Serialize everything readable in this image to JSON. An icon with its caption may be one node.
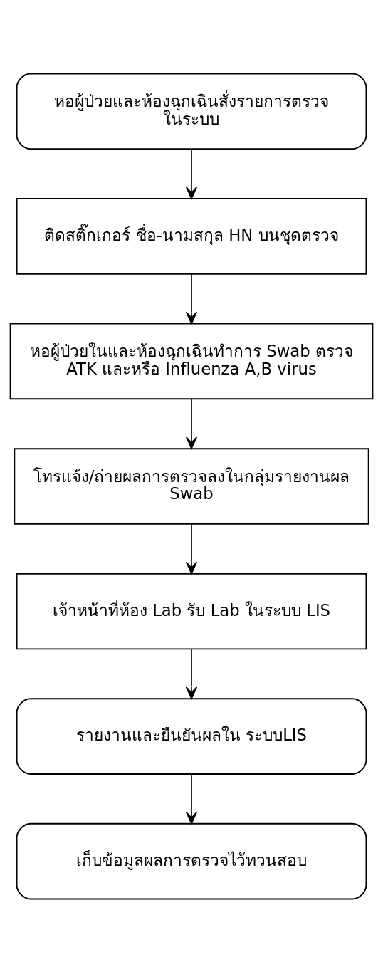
{
  "diagram": {
    "nodes": [
      {
        "text": [
          "หอผู้ป่วยและห้องฉุกเฉินสั่งรายการตรวจ ในระบบ"
        ]
      },
      {
        "text": [
          "ติดสติ๊กเกอร์ ชื่อ-นามสกุล HN บนชุดตรวจ"
        ]
      },
      {
        "text": [
          "หอผู้ป่วยในและห้องฉุกเฉินทำการ Swab ตรวจ ATK และหรือ Influenza A,B virus"
        ]
      },
      {
        "text": [
          "โทรแจ้ง/ถ่ายผลการตรวจลงในกลุ่มรายงานผล Swab"
        ]
      },
      {
        "text": [
          "เจ้าหน้าที่ห้อง Lab รับ Lab ในระบบ LIS"
        ]
      },
      {
        "text": [
          "รายงานและยืนยันผลใน ระบบLIS"
        ]
      },
      {
        "text": [
          "เก็บข้อมูลผลการตรวจไว้ทวนสอบ"
        ]
      }
    ],
    "edges": [
      {
        "from": 0,
        "to": 1,
        "arrow": "to"
      },
      {
        "from": 1,
        "to": 2,
        "arrow": "to"
      },
      {
        "from": 2,
        "to": 3,
        "arrow": "to"
      },
      {
        "from": 3,
        "to": 4,
        "arrow": "to"
      },
      {
        "from": 4,
        "to": 5,
        "arrow": "to"
      },
      {
        "from": 5,
        "to": 6,
        "arrow": "to"
      }
    ]
  }
}
